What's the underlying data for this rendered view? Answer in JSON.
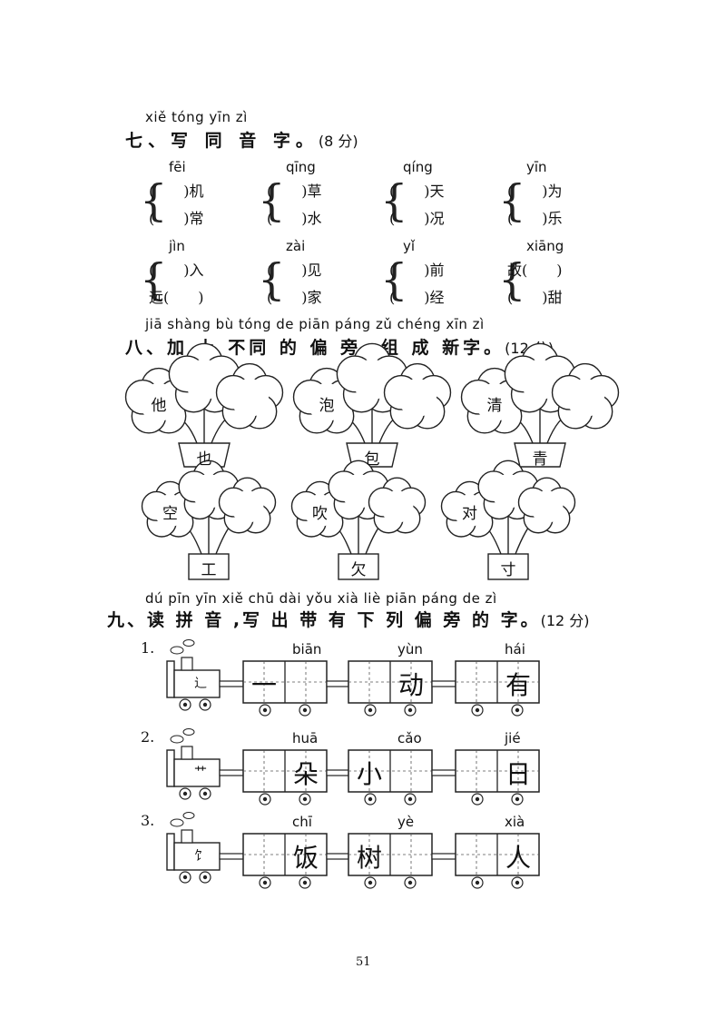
{
  "section7": {
    "pinyin": "xiě tóng yīn zì",
    "title": "七、写 同 音 字。",
    "score": "(8 分)",
    "groups": [
      {
        "py": "fēi",
        "a": "(　　)机",
        "b": "(　　)常"
      },
      {
        "py": "qīng",
        "a": "(　　)草",
        "b": "(　　)水"
      },
      {
        "py": "qíng",
        "a": "(　　)天",
        "b": "(　　)况"
      },
      {
        "py": "yīn",
        "a": "(　　)为",
        "b": "(　　)乐"
      },
      {
        "py": "jìn",
        "a": "(　　)入",
        "b": "远(　　)"
      },
      {
        "py": "zài",
        "a": "(　　)见",
        "b": "(　　)家"
      },
      {
        "py": "yǐ",
        "a": "(　　)前",
        "b": "(　　)经"
      },
      {
        "py": "xiāng",
        "a": "故(　　)",
        "b": "(　　)甜"
      }
    ]
  },
  "section8": {
    "pinyin": "jiā shàng bù tóng de piān páng  zǔ chéng xīn zì",
    "title": "八、加 上 不同 的 偏 旁 ,组 成 新字。",
    "score": "(12 分)",
    "flowers": [
      {
        "flower": "他",
        "pot": "也"
      },
      {
        "flower": "泡",
        "pot": "包"
      },
      {
        "flower": "清",
        "pot": "青"
      },
      {
        "flower": "空",
        "pot": "工"
      },
      {
        "flower": "吹",
        "pot": "欠"
      },
      {
        "flower": "对",
        "pot": "寸"
      }
    ]
  },
  "section9": {
    "pinyin": "dú pīn yīn  xiě chū dài yǒu xià liè piān páng de  zì",
    "title": "九、读 拼 音 ,写 出 带 有 下 列 偏  旁 的 字。",
    "score": "(12 分)",
    "trains": [
      {
        "num": "1.",
        "radical": "辶",
        "cars": [
          {
            "py": "biān",
            "chars": [
              "一",
              ""
            ]
          },
          {
            "py": "yùn",
            "chars": [
              "",
              "动"
            ]
          },
          {
            "py": "hái",
            "chars": [
              "",
              "有"
            ]
          }
        ]
      },
      {
        "num": "2.",
        "radical": "艹",
        "cars": [
          {
            "py": "huā",
            "chars": [
              "",
              "朵"
            ]
          },
          {
            "py": "cǎo",
            "chars": [
              "小",
              ""
            ]
          },
          {
            "py": "jié",
            "chars": [
              "",
              "日"
            ]
          }
        ]
      },
      {
        "num": "3.",
        "radical": "饣",
        "cars": [
          {
            "py": "chī",
            "chars": [
              "",
              "饭"
            ]
          },
          {
            "py": "yè",
            "chars": [
              "树",
              ""
            ]
          },
          {
            "py": "xià",
            "chars": [
              "",
              "人"
            ]
          }
        ]
      }
    ]
  },
  "page_number": "51"
}
